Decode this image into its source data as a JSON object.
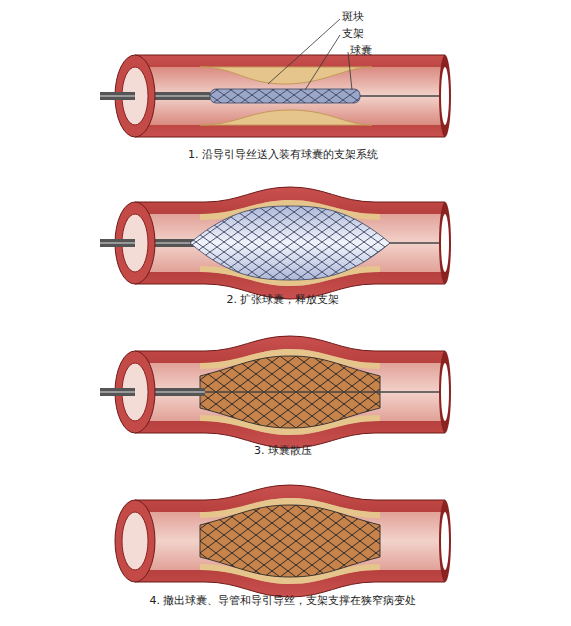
{
  "diagram": {
    "labels": [
      "斑块",
      "支架",
      "球囊",
      "1. 沿导引导丝送入装有球囊的支架系统",
      "2. 扩张球囊，释放支架",
      "3. 球囊散压",
      "4. 撤出球囊、导管和导引导丝，支架支撑在狭窄病变处"
    ]
  }
}
